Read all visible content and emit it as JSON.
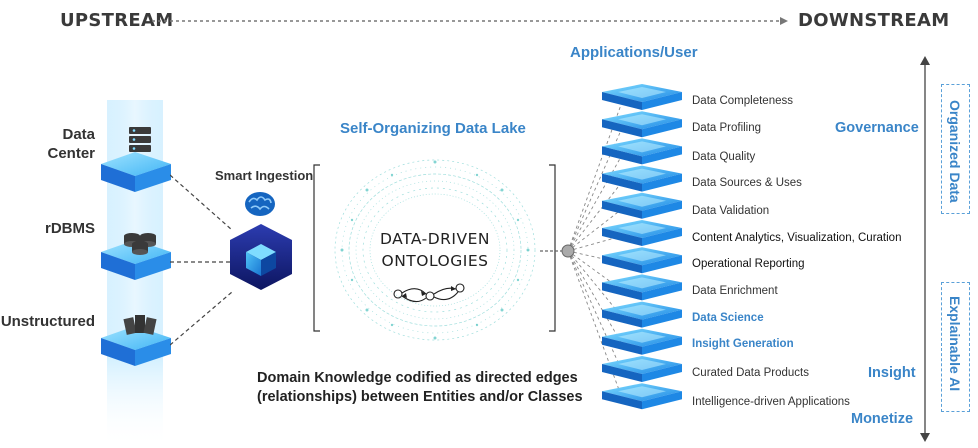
{
  "header": {
    "left": "UPSTREAM",
    "right": "DOWNSTREAM"
  },
  "sources": {
    "items": [
      {
        "label_line1": "Data",
        "label_line2": "Center",
        "icon": "server-rack-icon"
      },
      {
        "label": "rDBMS",
        "icon": "database-stack-icon"
      },
      {
        "label": "Unstructured",
        "icon": "documents-icon"
      }
    ]
  },
  "ingestion": {
    "label": "Smart Ingestion",
    "icon": "brain-icon"
  },
  "lake": {
    "title": "Self-Organizing Data Lake",
    "center_line1": "DATA-DRIVEN",
    "center_line2": "ONTOLOGIES"
  },
  "caption": {
    "line1": "Domain Knowledge codified as directed edges",
    "line2": "(relationships) between Entities and/or Classes"
  },
  "applications": {
    "title": "Applications/User",
    "items": [
      {
        "label": "Data Completeness",
        "style": "normal"
      },
      {
        "label": "Data Profiling",
        "style": "normal"
      },
      {
        "label": "Data Quality",
        "style": "normal"
      },
      {
        "label": "Data Sources & Uses",
        "style": "normal"
      },
      {
        "label": "Data Validation",
        "style": "normal"
      },
      {
        "label": "Content Analytics, Visualization, Curation",
        "style": "dark"
      },
      {
        "label": "Operational Reporting",
        "style": "dark"
      },
      {
        "label": "Data Enrichment",
        "style": "normal"
      },
      {
        "label": "Data Science",
        "style": "blue"
      },
      {
        "label": "Insight Generation",
        "style": "blue"
      },
      {
        "label": "Curated Data Products",
        "style": "normal"
      },
      {
        "label": "Intelligence-driven Applications",
        "style": "normal"
      }
    ]
  },
  "categories": {
    "governance": "Governance",
    "insight": "Insight",
    "monetize": "Monetize"
  },
  "side_boxes": {
    "top": "Organized Data",
    "bottom": "Explainable AI"
  },
  "colors": {
    "accent_blue": "#3a85c8",
    "cube_blue": "#1e88e5",
    "cube_dark": "#1a237e",
    "teal_network": "#4fc3c0"
  }
}
